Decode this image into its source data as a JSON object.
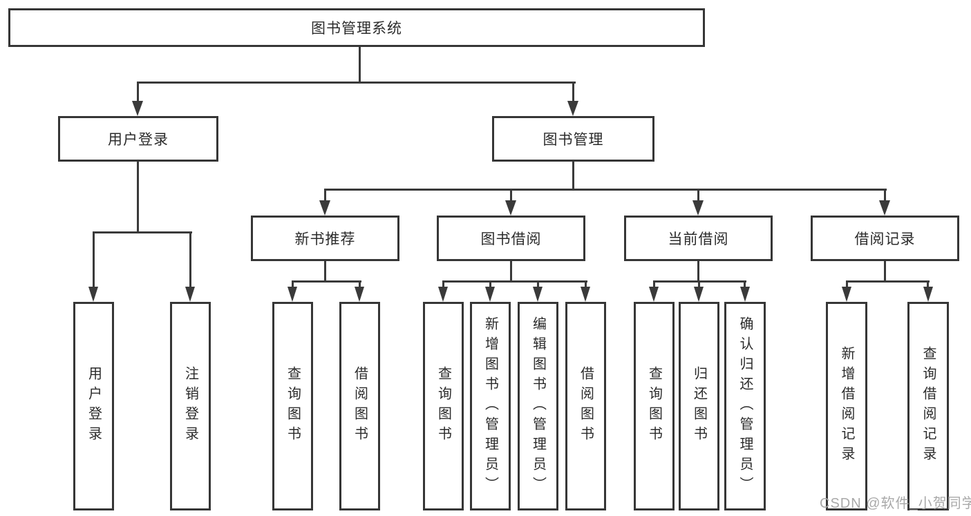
{
  "diagram": {
    "title": "图书管理系统",
    "root": {
      "label": "图书管理系统"
    },
    "level2": [
      {
        "id": "user-login",
        "label": "用户登录"
      },
      {
        "id": "book-management",
        "label": "图书管理"
      }
    ],
    "level3": [
      {
        "id": "new-book-recommend",
        "label": "新书推荐"
      },
      {
        "id": "book-borrow",
        "label": "图书借阅"
      },
      {
        "id": "current-borrow",
        "label": "当前借阅"
      },
      {
        "id": "borrow-record",
        "label": "借阅记录"
      }
    ],
    "leaves": [
      {
        "parent": "user-login",
        "label": "用户登录"
      },
      {
        "parent": "user-login",
        "label": "注销登录"
      },
      {
        "parent": "new-book-recommend",
        "label": "查询图书"
      },
      {
        "parent": "new-book-recommend",
        "label": "借阅图书"
      },
      {
        "parent": "book-borrow",
        "label": "查询图书"
      },
      {
        "parent": "book-borrow",
        "label": "新增图书（管理员）"
      },
      {
        "parent": "book-borrow",
        "label": "编辑图书（管理员）"
      },
      {
        "parent": "book-borrow",
        "label": "借阅图书"
      },
      {
        "parent": "current-borrow",
        "label": "查询图书"
      },
      {
        "parent": "current-borrow",
        "label": "归还图书"
      },
      {
        "parent": "current-borrow",
        "label": "确认归还（管理员）"
      },
      {
        "parent": "borrow-record",
        "label": "新增借阅记录"
      },
      {
        "parent": "borrow-record",
        "label": "查询借阅记录"
      }
    ]
  },
  "watermark": {
    "text": "CSDN @软件_小贺同学"
  },
  "colors": {
    "line": "#3a3a3a",
    "border": "#363636",
    "text": "#2b2b2b",
    "watermark": "#a9a9a9",
    "background": "#ffffff"
  }
}
